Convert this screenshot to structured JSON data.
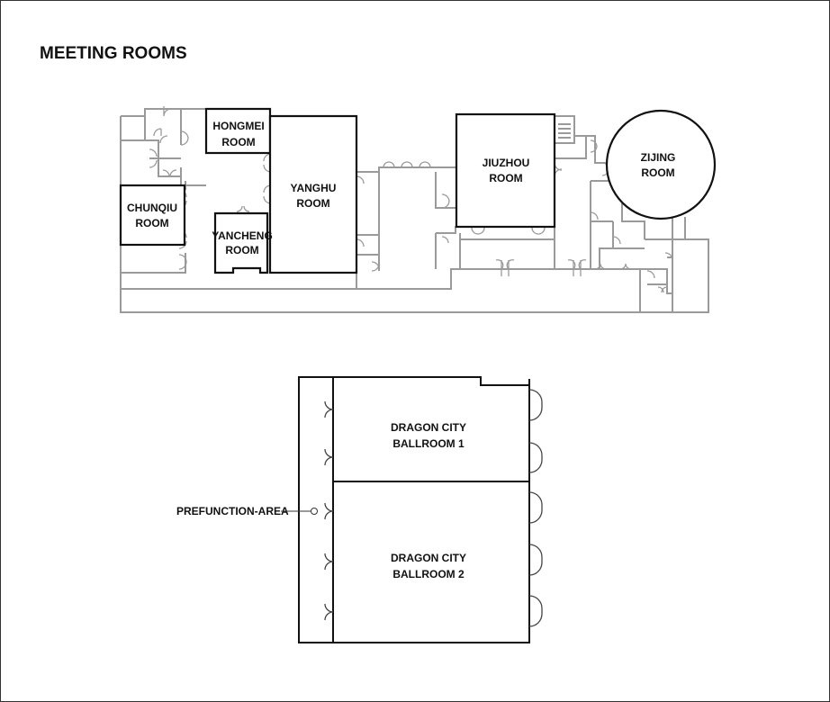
{
  "title": "MEETING ROOMS",
  "rooms": {
    "hongmei": [
      "HONGMEI",
      "ROOM"
    ],
    "yanghu": [
      "YANGHU",
      "ROOM"
    ],
    "chunqiu": [
      "CHUNQIU",
      "ROOM"
    ],
    "yancheng": [
      "YANCHENG",
      "ROOM"
    ],
    "jiuzhou": [
      "JIUZHOU",
      "ROOM"
    ],
    "zijing": [
      "ZIJING",
      "ROOM"
    ],
    "ballroom1": [
      "DRAGON CITY",
      "BALLROOM 1"
    ],
    "ballroom2": [
      "DRAGON CITY",
      "BALLROOM 2"
    ]
  },
  "prefunction_label": "PREFUNCTION-AREA"
}
